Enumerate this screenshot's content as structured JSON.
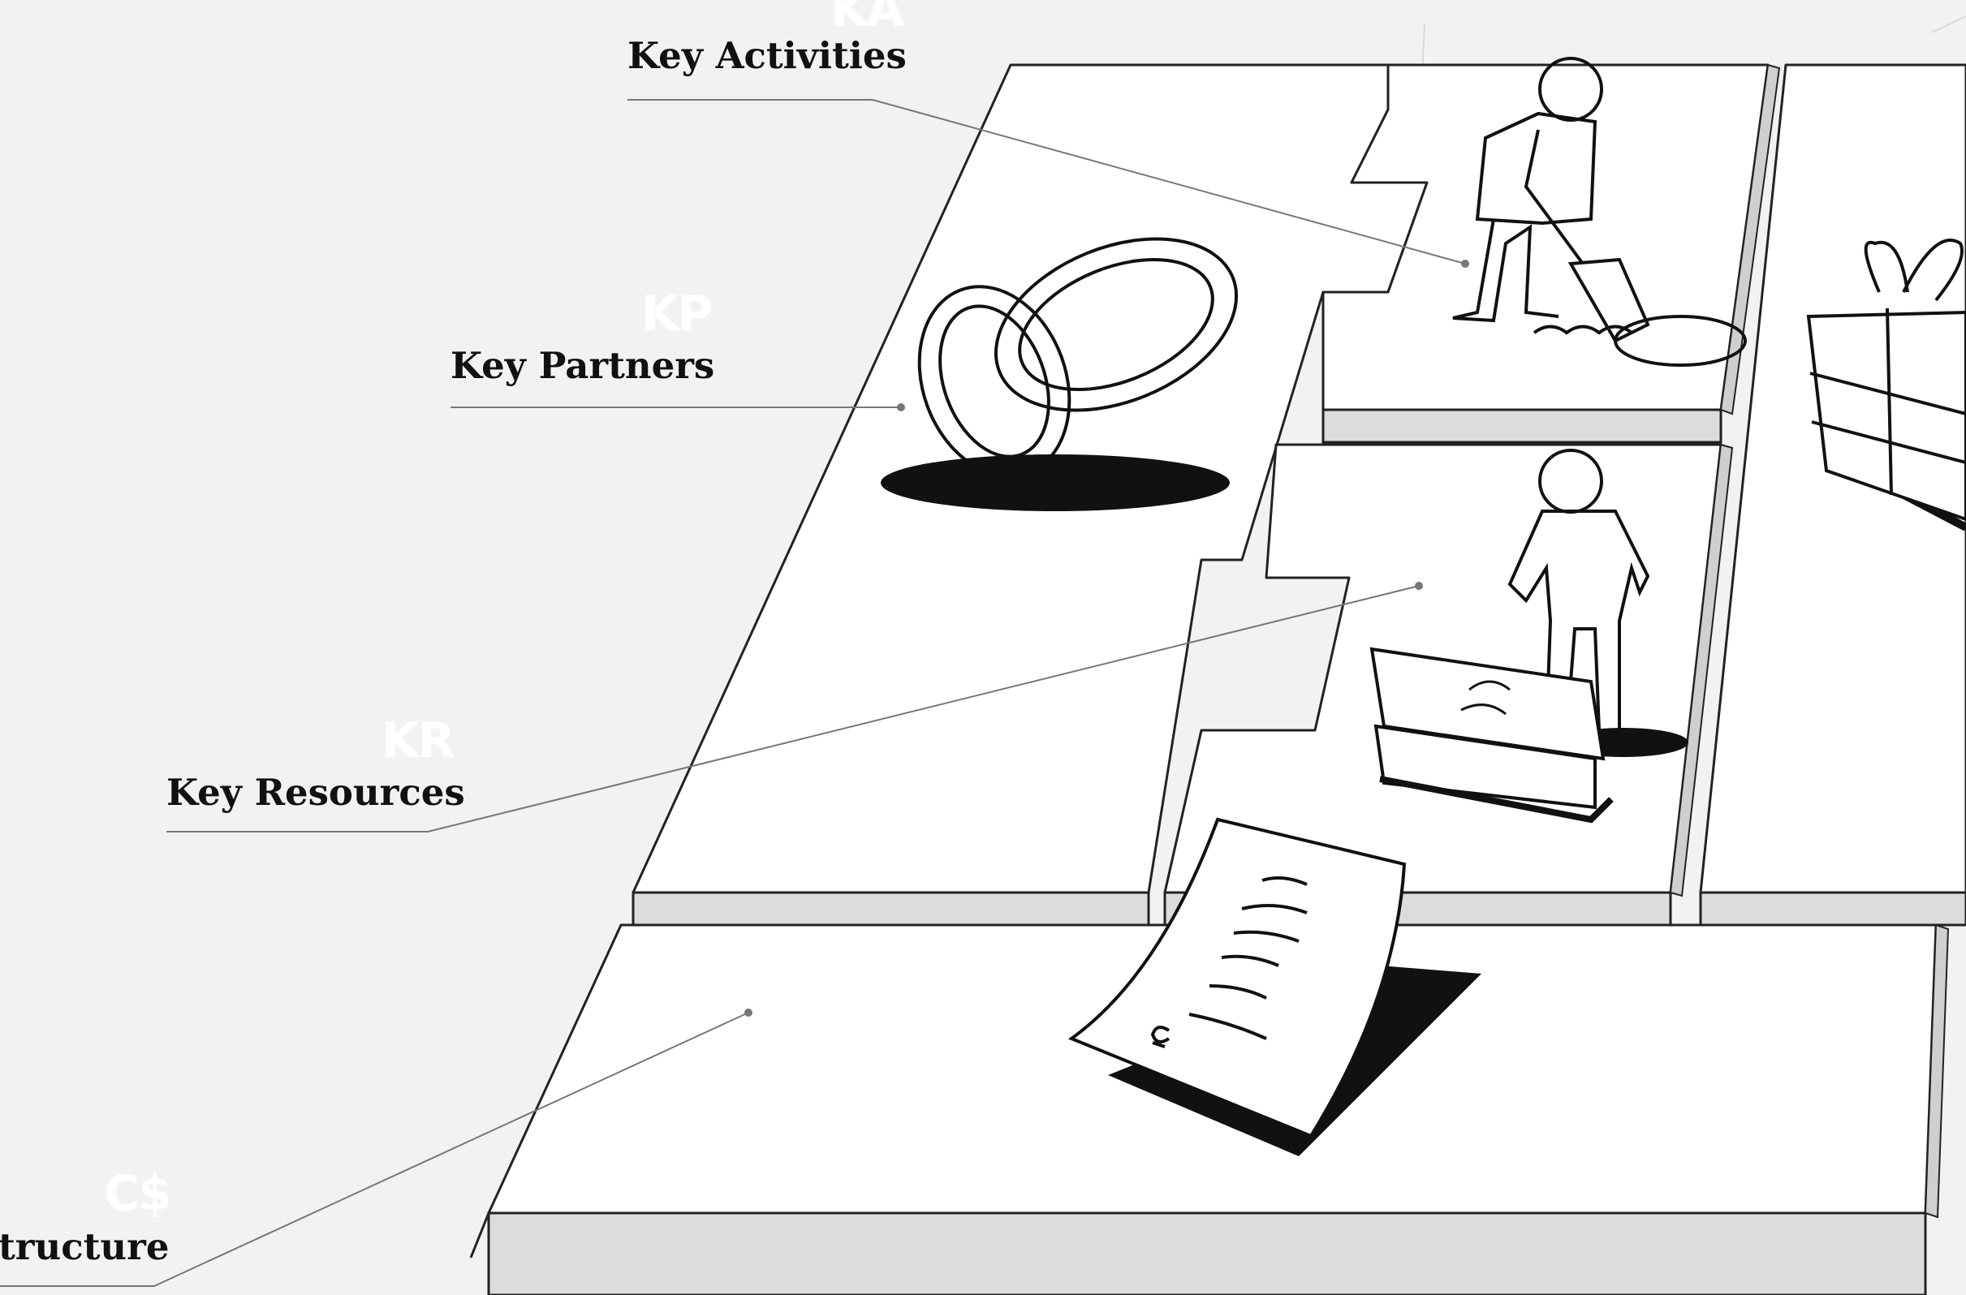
{
  "labels": {
    "key_activities": {
      "text": "Key Activities",
      "abbr": "KA"
    },
    "key_partners": {
      "text": "Key Partners",
      "abbr": "KP"
    },
    "key_resources": {
      "text": "Key Resources",
      "abbr": "KR"
    },
    "cost_structure": {
      "text": "tructure",
      "abbr": "C$"
    }
  },
  "icons": [
    "rings-icon",
    "digging-person-icon",
    "person-with-bricks-icon",
    "invoice-icon",
    "gift-box-icon"
  ],
  "colors": {
    "background": "#f2f2f2",
    "block_top": "#ffffff",
    "block_side": "#dcdcdc",
    "leader": "#777777",
    "ink": "#111111"
  }
}
